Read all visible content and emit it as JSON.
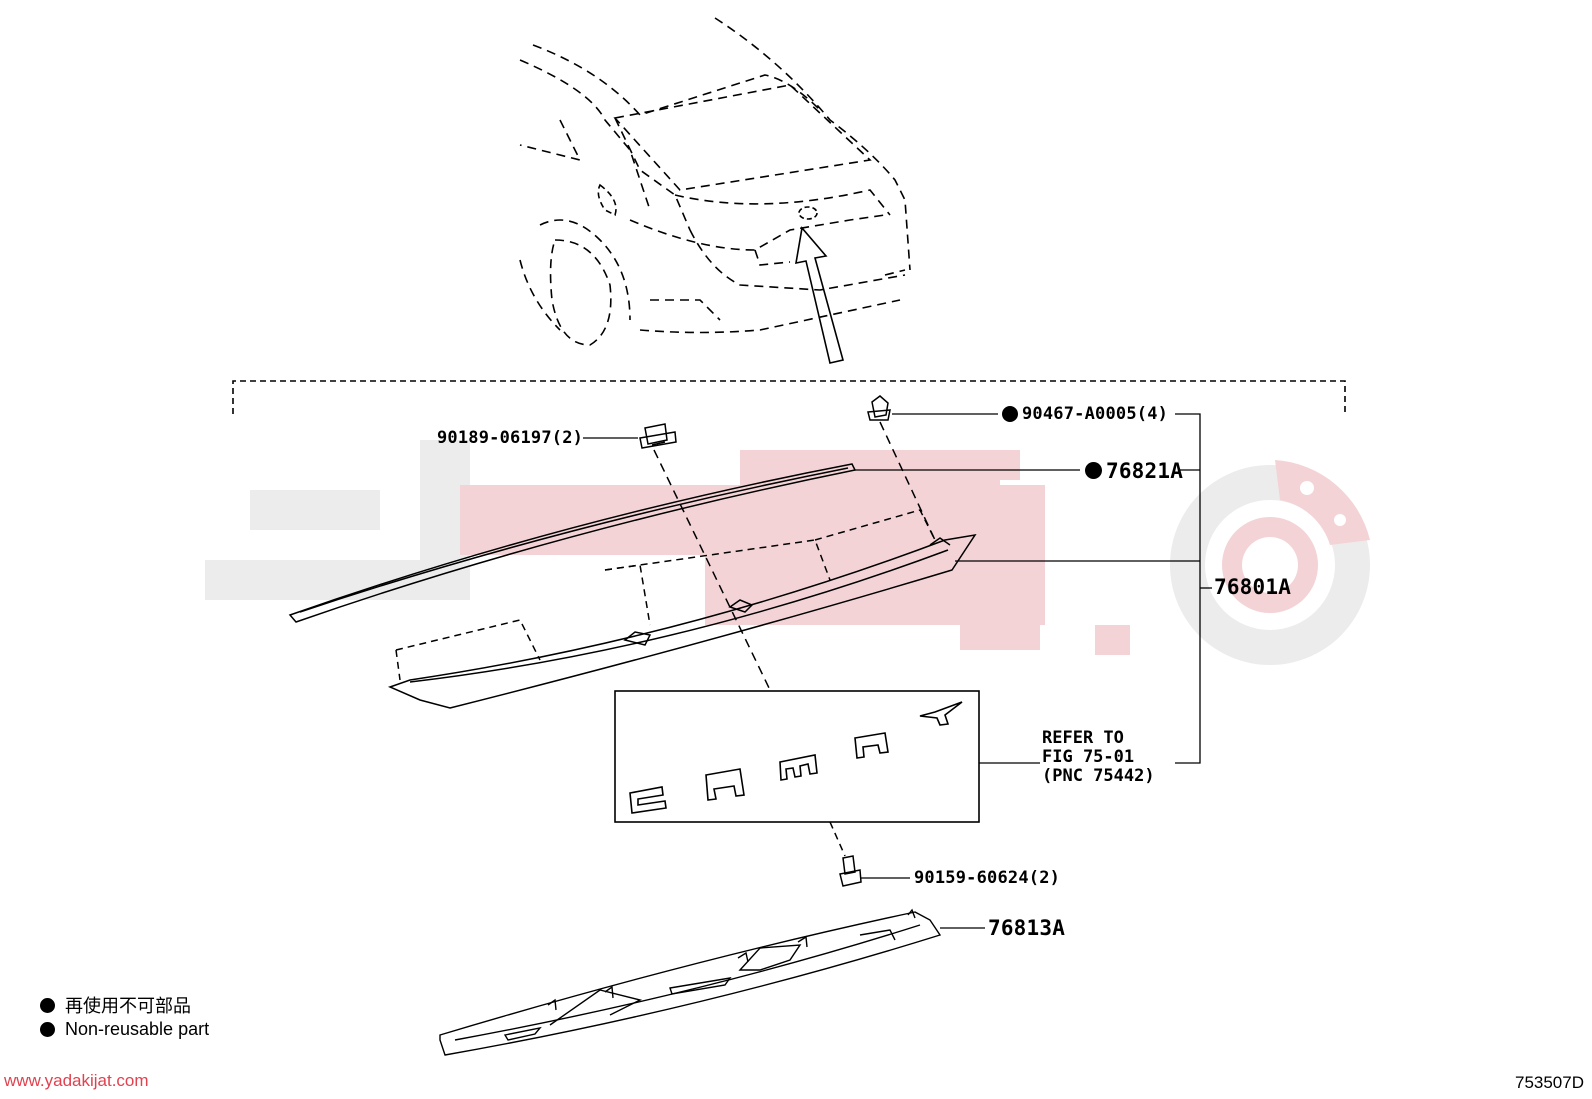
{
  "parts": {
    "p90467": "90467-A0005(4)",
    "p90189": "90189-06197(2)",
    "p76821": "76821A",
    "p76801": "76801A",
    "p90159": "90159-60624(2)",
    "p76813": "76813A"
  },
  "refer": {
    "line1": "REFER TO",
    "line2": "FIG 75-01",
    "line3": "(PNC 75442)"
  },
  "legend": {
    "line1": "再使用不可部品",
    "line2": "Non-reusable part"
  },
  "footer": {
    "website": "www.yadakijat.com",
    "code": "753507D"
  },
  "colors": {
    "watermark": "#f3d3d6",
    "watermark_gray": "#ececec",
    "website": "#e0424f"
  },
  "watermark": {
    "icon": "brake-disc-logo"
  }
}
